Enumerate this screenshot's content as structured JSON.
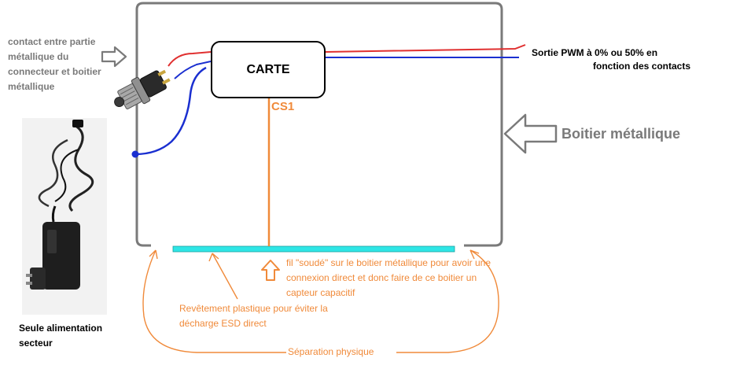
{
  "labels": {
    "contact_note": "contact entre partie métallique du connecteur et boitier métallique",
    "carte": "CARTE",
    "cs1": "CS1",
    "sortie_line1": "Sortie PWM  à 0% ou 50% en",
    "sortie_line2": "fonction des contacts",
    "boitier": "Boitier métallique",
    "fil_note": "fil \"soudé\" sur le boitier métallique pour avoir une connexion direct et donc faire de ce boitier un capteur capacitif",
    "revetement_note": "Revêtement plastique pour éviter la décharge ESD direct",
    "separation": "Séparation physique",
    "alimentation": "Seule alimentation secteur"
  },
  "colors": {
    "enclosure": "#7a7a7a",
    "board_border": "#000000",
    "red_wire": "#e03030",
    "blue_wire": "#1a2fd0",
    "orange": "#f08a3a",
    "plastic": "#2ee6e6",
    "grey_text": "#7a7a7a"
  },
  "icons": {
    "connector": "dc-jack-connector-icon",
    "adapter": "power-adapter-icon"
  }
}
